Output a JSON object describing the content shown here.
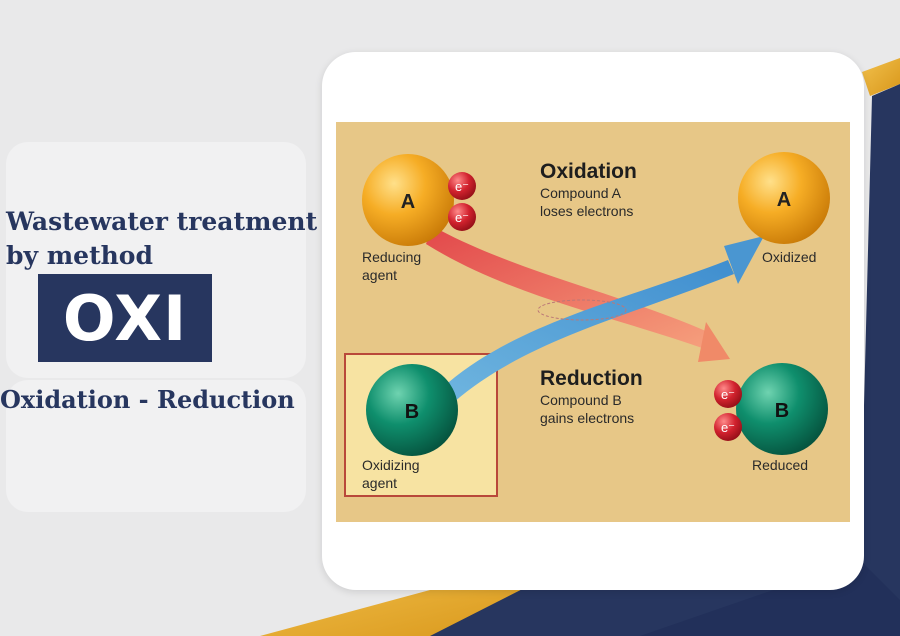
{
  "slide": {
    "title": "Wastewater treatment by method",
    "badge": "OXI",
    "subtitle": "Oxidation - Reduction"
  },
  "diagram": {
    "oxidation": {
      "heading": "Oxidation",
      "line1": "Compound A",
      "line2": "loses electrons"
    },
    "reduction": {
      "heading": "Reduction",
      "line1": "Compound B",
      "line2": "gains electrons"
    },
    "compound_a": "A",
    "compound_b": "B",
    "electron": "e⁻",
    "reducing_agent": {
      "line1": "Reducing",
      "line2": "agent"
    },
    "oxidizing_agent": {
      "line1": "Oxidizing",
      "line2": "agent"
    },
    "oxidized_label": "Oxidized",
    "reduced_label": "Reduced"
  },
  "colors": {
    "navy": "#27365f",
    "gold": "#e6a72b",
    "diagram_bg": "#e7c787",
    "sphere_orange": "#f3a21e",
    "sphere_teal": "#0d8a6a",
    "electron_red": "#c8202e",
    "arrow_red": "#ef6a4f",
    "arrow_blue": "#5aa6d8",
    "highlight_box": "#f7e3a2"
  }
}
